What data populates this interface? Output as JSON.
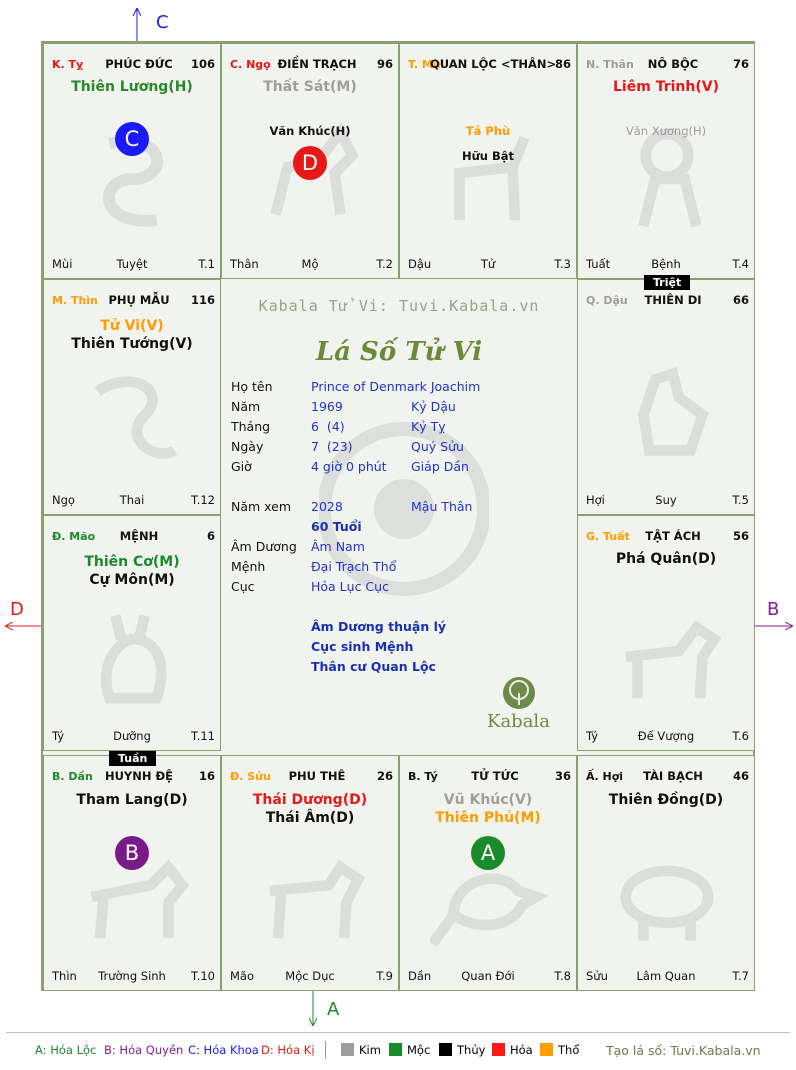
{
  "cells": {
    "ky": {
      "branch": "K. Tỵ",
      "house": "PHÚC ĐỨC",
      "num": "106",
      "stars": [
        "Thiên Lương(H)"
      ],
      "bl": "Mùi",
      "bc": "Tuyệt",
      "br": "T.1"
    },
    "ngo": {
      "branch": "C. Ngọ",
      "house": "ĐIỀN TRẠCH",
      "num": "96",
      "stars": [
        "Thất Sát(M)",
        "Văn Khúc(H)"
      ],
      "bl": "Thân",
      "bc": "Mộ",
      "br": "T.2"
    },
    "mui": {
      "branch": "T. Mùi",
      "house": "QUAN LỘC <THÂN>",
      "num": "86",
      "stars": [
        "Tả Phù",
        "Hữu Bật"
      ],
      "bl": "Dậu",
      "bc": "Tử",
      "br": "T.3"
    },
    "than": {
      "branch": "N. Thân",
      "house": "NÔ BỘC",
      "num": "76",
      "stars": [
        "Liêm Trinh(V)",
        "Văn Xương(H)"
      ],
      "bl": "Tuất",
      "bc": "Bệnh",
      "br": "T.4"
    },
    "thin": {
      "branch": "M. Thìn",
      "house": "PHỤ MẪU",
      "num": "116",
      "stars": [
        "Tử Vi(V)",
        "Thiên Tướng(V)"
      ],
      "bl": "Ngọ",
      "bc": "Thai",
      "br": "T.12"
    },
    "dau": {
      "branch": "Q. Dậu",
      "house": "THIÊN DI",
      "num": "66",
      "stars": [],
      "bl": "Hợi",
      "bc": "Suy",
      "br": "T.5"
    },
    "mao": {
      "branch": "Đ. Mão",
      "house": "MỆNH",
      "num": "6",
      "stars": [
        "Thiên Cơ(M)",
        "Cự Môn(M)"
      ],
      "bl": "Tý",
      "bc": "Dưỡng",
      "br": "T.11"
    },
    "tuat": {
      "branch": "G. Tuất",
      "house": "TẬT ÁCH",
      "num": "56",
      "stars": [
        "Phá Quân(D)"
      ],
      "bl": "Tý",
      "bc": "Đế Vượng",
      "br": "T.6"
    },
    "dan": {
      "branch": "B. Dần",
      "house": "HUYNH ĐỆ",
      "num": "16",
      "stars": [
        "Tham Lang(D)"
      ],
      "bl": "Thìn",
      "bc": "Trường Sinh",
      "br": "T.10"
    },
    "suu": {
      "branch": "Đ. Sửu",
      "house": "PHU THÊ",
      "num": "26",
      "stars": [
        "Thái Dương(D)",
        "Thái Âm(D)"
      ],
      "bl": "Mão",
      "bc": "Mộc Dục",
      "br": "T.9"
    },
    "ty": {
      "branch": "B. Tý",
      "house": "TỬ TỨC",
      "num": "36",
      "stars": [
        "Vũ Khúc(V)",
        "Thiên Phủ(M)"
      ],
      "bl": "Dần",
      "bc": "Quan Đới",
      "br": "T.8"
    },
    "hoi": {
      "branch": "Ấ. Hợi",
      "house": "TÀI BẠCH",
      "num": "46",
      "stars": [
        "Thiên Đồng(D)"
      ],
      "bl": "Sửu",
      "bc": "Lâm Quan",
      "br": "T.7"
    }
  },
  "tags": {
    "triet": "Triệt",
    "tuan": "Tuần"
  },
  "circles": {
    "A": "A",
    "B": "B",
    "C": "C",
    "D": "D"
  },
  "arrow_labels": {
    "top": "C",
    "left": "D",
    "right": "B",
    "bottom": "A",
    "b1": "B",
    "b2": "B",
    "b3": "B",
    "b4": "B",
    "d1": "D"
  },
  "center": {
    "watermark": "Kabala Tử Vi: Tuvi.Kabala.vn",
    "title": "Lá Số Tử Vi",
    "labels": {
      "name": "Họ tên",
      "year": "Năm",
      "month": "Tháng",
      "day": "Ngày",
      "hour": "Giờ",
      "view_year": "Năm xem",
      "amduong": "Âm Dương",
      "menh": "Mệnh",
      "cuc": "Cục"
    },
    "name": "Prince of Denmark Joachim",
    "year": "1969",
    "year_cc": "Kỷ Dậu",
    "month": "6  (4)",
    "month_cc": "Kỷ Tỵ",
    "day": "7  (23)",
    "day_cc": "Quý Sửu",
    "hour": "4 giờ 0 phút",
    "hour_cc": "Giáp Dần",
    "view_year": "2028",
    "view_year_cc": "Mậu Thân",
    "age": "60 Tuổi",
    "amduong": "Âm Nam",
    "menh": "Đại Trạch Thổ",
    "cuc": "Hỏa Lục Cục",
    "notes": [
      "Âm Dương thuận lý",
      "Cục sinh Mệnh",
      "Thân cư Quan Lộc"
    ],
    "logo": "Kabala"
  },
  "legend": {
    "a": "A: Hóa Lộc",
    "b": "B: Hóa Quyền",
    "c": "C: Hóa Khoa",
    "d": "D: Hóa Kị",
    "kim": "Kim",
    "moc": "Mộc",
    "thuy": "Thủy",
    "hoa": "Hỏa",
    "tho": "Thổ",
    "site": "Tạo lá số: Tuvi.Kabala.vn"
  },
  "colors": {
    "kim": "#9e9e9e",
    "moc": "#1a8a2a",
    "thuy": "#000000",
    "hoa": "#ff1a1a",
    "tho": "#ff9c00",
    "border": "#8aa06e"
  }
}
